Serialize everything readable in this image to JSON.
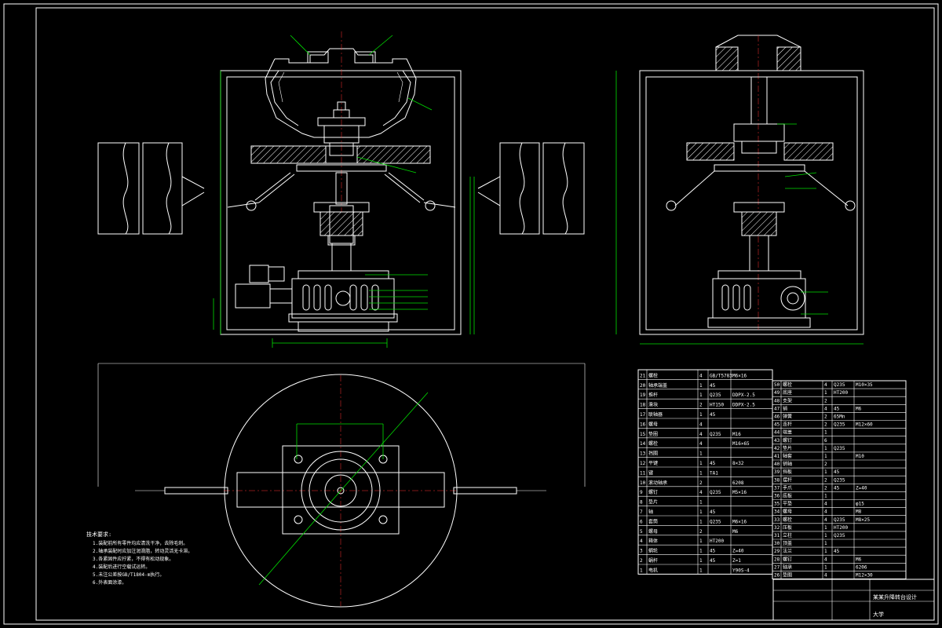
{
  "title_block": {
    "title": "某某升降转台设计",
    "subtitle": "大学"
  },
  "bom_left": {
    "rows": [
      {
        "no": "21",
        "name": "螺栓",
        "qty": "4",
        "material": "GB/T5783",
        "note": "M6×16"
      },
      {
        "no": "20",
        "name": "轴承端盖",
        "qty": "1",
        "material": "45",
        "note": ""
      },
      {
        "no": "19",
        "name": "推杆",
        "qty": "1",
        "material": "Q235",
        "note": "DDPX-2.5"
      },
      {
        "no": "18",
        "name": "滑块",
        "qty": "2",
        "material": "HT150",
        "note": "DDPX-2.5"
      },
      {
        "no": "17",
        "name": "联轴器",
        "qty": "1",
        "material": "45",
        "note": ""
      },
      {
        "no": "16",
        "name": "螺母",
        "qty": "4",
        "material": "",
        "note": ""
      },
      {
        "no": "15",
        "name": "垫圈",
        "qty": "4",
        "material": "Q235",
        "note": "M16"
      },
      {
        "no": "14",
        "name": "螺栓",
        "qty": "4",
        "material": "",
        "note": "M16×65"
      },
      {
        "no": "13",
        "name": "挡圈",
        "qty": "1",
        "material": "",
        "note": ""
      },
      {
        "no": "12",
        "name": "平键",
        "qty": "1",
        "material": "45",
        "note": "8×32"
      },
      {
        "no": "11",
        "name": "键",
        "qty": "1",
        "material": "TA1",
        "note": ""
      },
      {
        "no": "10",
        "name": "滚动轴承",
        "qty": "2",
        "material": "",
        "note": "6208"
      },
      {
        "no": "9",
        "name": "螺钉",
        "qty": "4",
        "material": "Q235",
        "note": "M5×16"
      },
      {
        "no": "8",
        "name": "垫片",
        "qty": "1",
        "material": "",
        "note": ""
      },
      {
        "no": "7",
        "name": "轴",
        "qty": "1",
        "material": "45",
        "note": ""
      },
      {
        "no": "6",
        "name": "套筒",
        "qty": "1",
        "material": "Q235",
        "note": "M6×16"
      },
      {
        "no": "5",
        "name": "螺母",
        "qty": "2",
        "material": "",
        "note": "M6"
      },
      {
        "no": "4",
        "name": "箱体",
        "qty": "1",
        "material": "HT200",
        "note": ""
      },
      {
        "no": "3",
        "name": "蜗轮",
        "qty": "1",
        "material": "45",
        "note": "Z=40"
      },
      {
        "no": "2",
        "name": "蜗杆",
        "qty": "1",
        "material": "45",
        "note": "Z=1"
      },
      {
        "no": "1",
        "name": "电机",
        "qty": "1",
        "material": "",
        "note": "Y90S-4"
      }
    ]
  },
  "bom_right": {
    "rows": [
      {
        "no": "50",
        "name": "螺栓",
        "qty": "4",
        "material": "Q235",
        "note": "M10×35"
      },
      {
        "no": "49",
        "name": "底座",
        "qty": "1",
        "material": "HT200",
        "note": ""
      },
      {
        "no": "48",
        "name": "支架",
        "qty": "2",
        "material": "",
        "note": ""
      },
      {
        "no": "47",
        "name": "销",
        "qty": "4",
        "material": "45",
        "note": "M6"
      },
      {
        "no": "46",
        "name": "弹簧",
        "qty": "2",
        "material": "65Mn",
        "note": ""
      },
      {
        "no": "45",
        "name": "连杆",
        "qty": "2",
        "material": "Q235",
        "note": "M12×60"
      },
      {
        "no": "44",
        "name": "端盖",
        "qty": "1",
        "material": "",
        "note": ""
      },
      {
        "no": "43",
        "name": "螺钉",
        "qty": "6",
        "material": "",
        "note": ""
      },
      {
        "no": "42",
        "name": "垫片",
        "qty": "1",
        "material": "Q235",
        "note": ""
      },
      {
        "no": "41",
        "name": "轴套",
        "qty": "1",
        "material": "",
        "note": "M10"
      },
      {
        "no": "40",
        "name": "销轴",
        "qty": "2",
        "material": "",
        "note": ""
      },
      {
        "no": "39",
        "name": "挡板",
        "qty": "1",
        "material": "45",
        "note": ""
      },
      {
        "no": "38",
        "name": "摆杆",
        "qty": "2",
        "material": "Q235",
        "note": ""
      },
      {
        "no": "37",
        "name": "手爪",
        "qty": "2",
        "material": "45",
        "note": "Z=40"
      },
      {
        "no": "36",
        "name": "底板",
        "qty": "1",
        "material": "",
        "note": ""
      },
      {
        "no": "35",
        "name": "平垫",
        "qty": "4",
        "material": "",
        "note": "φ15"
      },
      {
        "no": "34",
        "name": "螺母",
        "qty": "4",
        "material": "",
        "note": "M8"
      },
      {
        "no": "33",
        "name": "螺栓",
        "qty": "4",
        "material": "Q235",
        "note": "M8×25"
      },
      {
        "no": "32",
        "name": "压板",
        "qty": "1",
        "material": "HT200",
        "note": ""
      },
      {
        "no": "31",
        "name": "立柱",
        "qty": "1",
        "material": "Q235",
        "note": ""
      },
      {
        "no": "30",
        "name": "顶盖",
        "qty": "1",
        "material": "",
        "note": ""
      },
      {
        "no": "29",
        "name": "法兰",
        "qty": "1",
        "material": "45",
        "note": ""
      },
      {
        "no": "28",
        "name": "螺钉",
        "qty": "4",
        "material": "",
        "note": "M6"
      },
      {
        "no": "27",
        "name": "轴承",
        "qty": "1",
        "material": "",
        "note": "6206"
      },
      {
        "no": "26",
        "name": "垫圈",
        "qty": "4",
        "material": "",
        "note": "M12×30"
      }
    ]
  },
  "tech_notes": {
    "heading": "技术要求:",
    "lines": [
      "1.装配前所有零件均应清洗干净，去除毛刺。",
      "2.轴承装配时应加注润滑脂，转动灵活无卡滞。",
      "3.各紧固件应拧紧，不得有松动现象。",
      "4.装配后进行空载试运转。",
      "5.未注公差按GB/T1804-m执行。",
      "6.外表面涂漆。"
    ]
  },
  "colors": {
    "background": "#000000",
    "outline": "#ffffff",
    "dimension": "#00e000",
    "center_line": "#ff3030"
  }
}
